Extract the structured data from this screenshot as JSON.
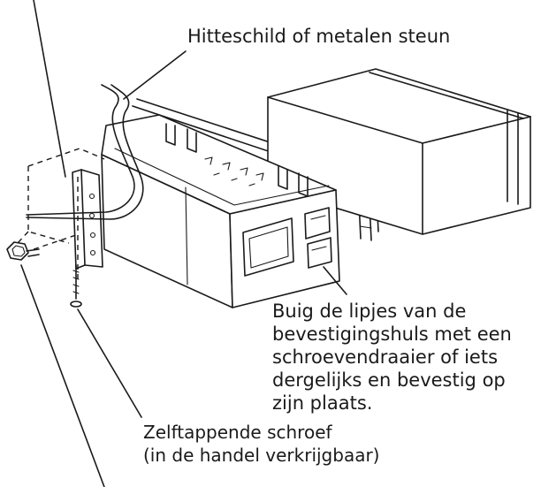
{
  "labels": {
    "heat_shield": "Hitteschild of metalen steun",
    "bend_tabs": [
      "Buig de lipjes van de",
      "bevestigingshuls met een",
      "schroevendraaier of iets",
      "dergelijks en bevestig op",
      "zijn plaats."
    ],
    "self_tapping_screw": [
      "Zelftappende schroef",
      "(in de handel verkrijgbaar)"
    ]
  }
}
